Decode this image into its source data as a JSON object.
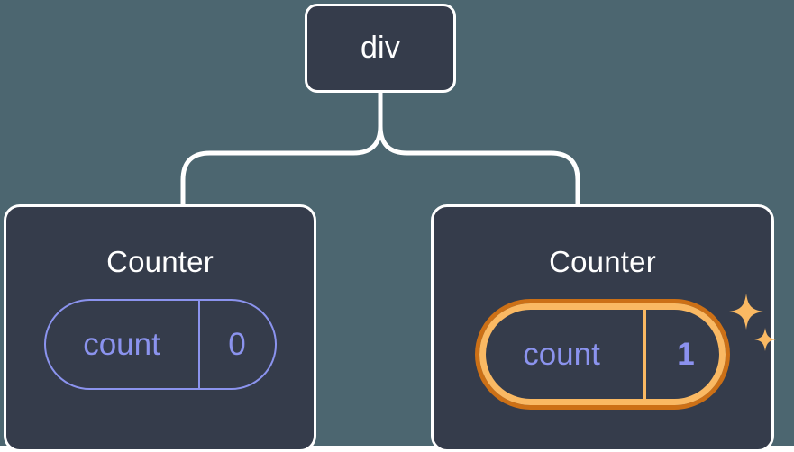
{
  "diagram": {
    "type": "component-tree",
    "background_color": "#4c6670",
    "node_fill_color": "#353c4b",
    "node_border_color": "#ffffff",
    "connector_color": "#ffffff",
    "accent_purple": "#8b93ee",
    "accent_orange_dark": "#cc7016",
    "accent_orange_light": "#fab963"
  },
  "root": {
    "label": "div"
  },
  "children": [
    {
      "label": "Counter",
      "state": {
        "key": "count",
        "value": "0",
        "highlighted": false
      }
    },
    {
      "label": "Counter",
      "state": {
        "key": "count",
        "value": "1",
        "highlighted": true
      },
      "sparkle": {
        "icon": "sparkles-icon",
        "color": "#fab963"
      }
    }
  ]
}
